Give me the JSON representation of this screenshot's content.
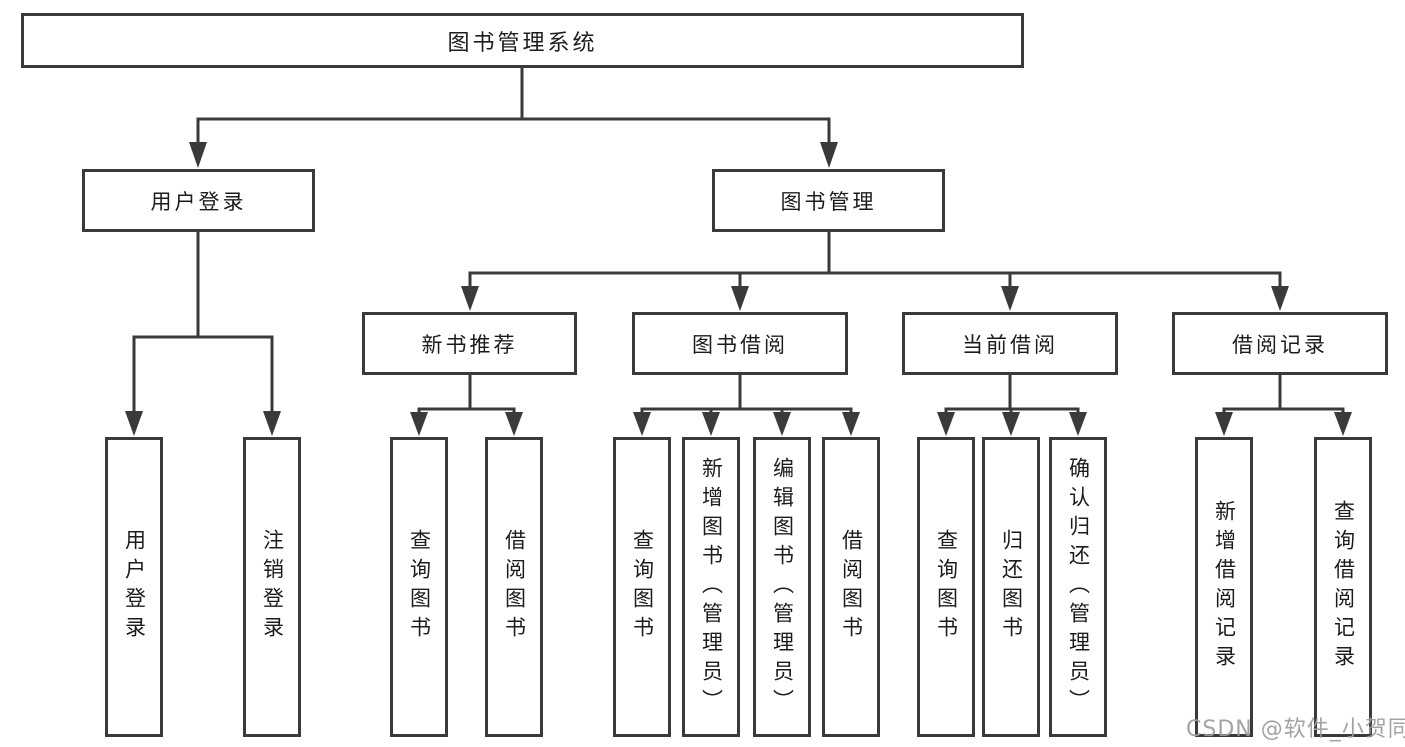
{
  "root": "图书管理系统",
  "level2": [
    "用户登录",
    "图书管理"
  ],
  "level3": [
    "新书推荐",
    "图书借阅",
    "当前借阅",
    "借阅记录"
  ],
  "leaves": {
    "login": [
      "用户登录",
      "注销登录"
    ],
    "recommend": [
      "查询图书",
      "借阅图书"
    ],
    "borrow": [
      "查询图书",
      "新增图书（管理员）",
      "编辑图书（管理员）",
      "借阅图书"
    ],
    "current": [
      "查询图书",
      "归还图书",
      "确认归还（管理员）"
    ],
    "records": [
      "新增借阅记录",
      "查询借阅记录"
    ]
  },
  "watermark": "CSDN @软件_小贺同学",
  "colors": {
    "line": "#3a3a3a",
    "text": "#1c1c1c",
    "watermark": "#9c9c9c",
    "background": "#ffffff"
  }
}
